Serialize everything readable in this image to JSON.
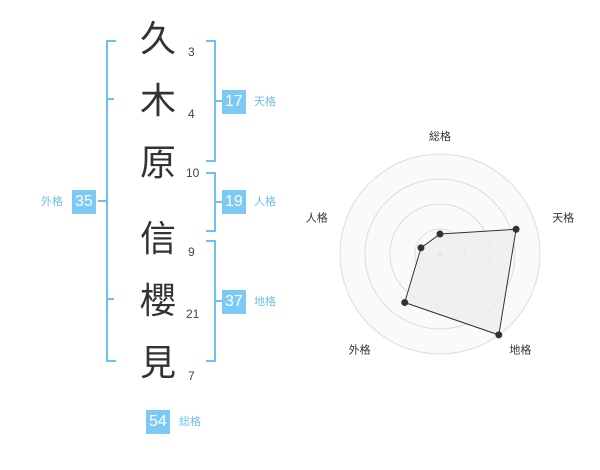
{
  "characters": [
    {
      "char": "久",
      "strokes": "3"
    },
    {
      "char": "木",
      "strokes": "4"
    },
    {
      "char": "原",
      "strokes": "10"
    },
    {
      "char": "信",
      "strokes": "9"
    },
    {
      "char": "櫻",
      "strokes": "21"
    },
    {
      "char": "見",
      "strokes": "7"
    }
  ],
  "fortunes": {
    "tenkaku": {
      "value": "17",
      "label": "天格"
    },
    "jinkaku": {
      "value": "19",
      "label": "人格"
    },
    "chikaku": {
      "value": "37",
      "label": "地格"
    },
    "gaikaku": {
      "value": "35",
      "label": "外格"
    },
    "soukaku": {
      "value": "54",
      "label": "総格"
    }
  },
  "chart_data": {
    "type": "radar",
    "axes": [
      "総格",
      "天格",
      "地格",
      "外格",
      "人格"
    ],
    "values": [
      1,
      4,
      5,
      3,
      1
    ],
    "range": [
      0,
      5
    ],
    "rings": 4,
    "line_color": "#333333",
    "fill_color": "#eeeeee"
  }
}
